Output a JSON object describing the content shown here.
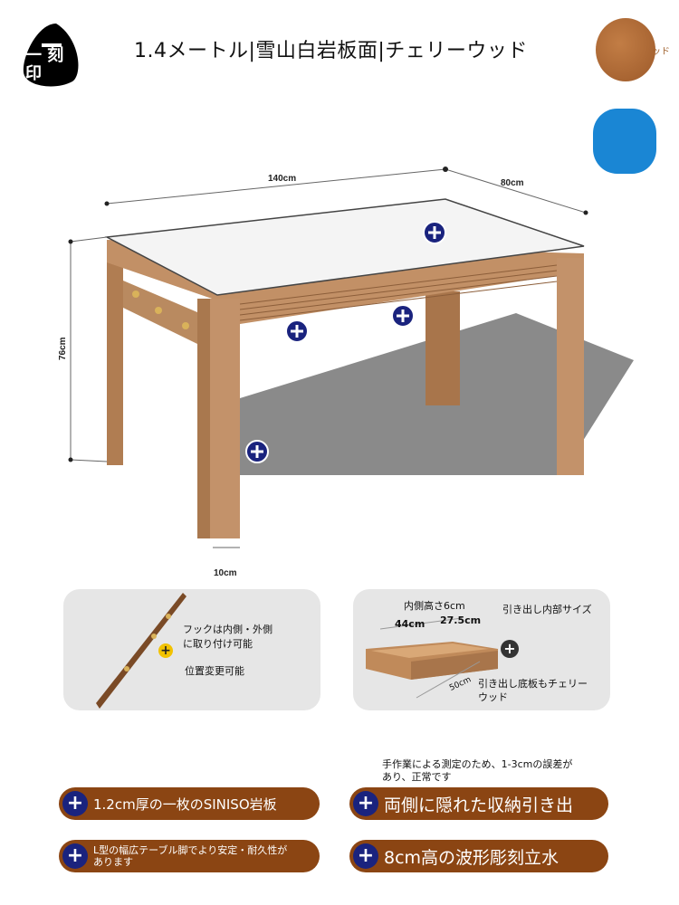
{
  "header": {
    "title": "1.4メートル|雪山白岩板面|チェリーウッド",
    "badge": "一 刻印",
    "swatch_label": "ッド"
  },
  "dimensions": {
    "width": "140cm",
    "depth": "80cm",
    "height": "76cm",
    "leg": "10cm"
  },
  "hook_panel": {
    "line1": "フックは内側・外側",
    "line2": "に取り付け可能",
    "line3": "位置変更可能"
  },
  "drawer_panel": {
    "inner_height": "内側高さ6cm",
    "width": "44cm",
    "depth_inner": "27.5cm",
    "title": "引き出し内部サイズ",
    "length": "50cm",
    "bottom_line1": "引き出し底板もチェリー",
    "bottom_line2": "ウッド"
  },
  "note": {
    "line1": "手作業による測定のため、1-3cmの誤差が",
    "line2": "あり、正常です"
  },
  "features": [
    {
      "label": "1.2cm厚の一枚のSINISO岩板"
    },
    {
      "label": "両側に隠れた収納引き出"
    },
    {
      "label": "L型の幅広テーブル脚でより安定・耐久性が",
      "label2": "あります"
    },
    {
      "label": "8cm高の波形彫刻立水"
    }
  ],
  "colors": {
    "wood": "#b9865a",
    "pill": "#8b4513",
    "plus_blue": "#1a237e",
    "accent_blue": "#1a86d4"
  }
}
